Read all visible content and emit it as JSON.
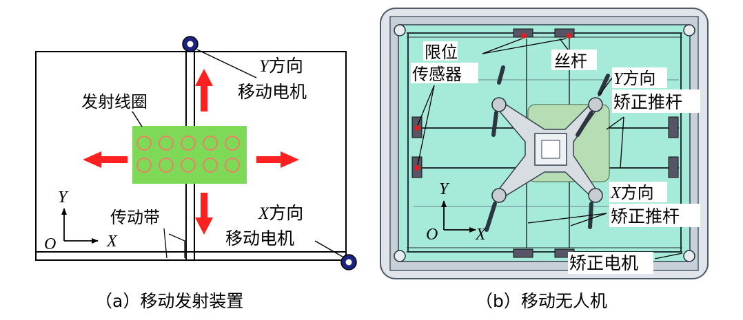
{
  "panel_a": {
    "label_coil": "发射线圈",
    "label_y_motor_axis": "Y",
    "label_y_motor_dir": "方向",
    "label_y_motor_line2": "移动电机",
    "label_x_motor_axis": "X",
    "label_x_motor_dir": "方向",
    "label_x_motor_line2": "移动电机",
    "label_belt": "传动带",
    "axis_y": "Y",
    "axis_x": "X",
    "origin": "O",
    "caption": "（a）移动发射装置",
    "colors": {
      "coil_panel": "#7ed957",
      "coil_ring": "#f07f6a",
      "arrow": "#ff2020",
      "motor": "#1a237e"
    }
  },
  "panel_b": {
    "label_limit_line1": "限位",
    "label_limit_line2": "传感器",
    "label_screw": "丝杆",
    "label_y_push_axis": "Y",
    "label_y_push_dir": "方向",
    "label_y_push_line2": "矫正推杆",
    "label_x_push_axis": "X",
    "label_x_push_dir": "方向",
    "label_x_push_line2": "矫正推杆",
    "label_corr_motor": "矫正电机",
    "axis_y": "Y",
    "axis_x": "X",
    "origin": "O",
    "caption": "（b）移动无人机",
    "colors": {
      "deck": "#a6ead9",
      "pad": "#b6ddb4",
      "frame": "#7a8a99"
    }
  }
}
